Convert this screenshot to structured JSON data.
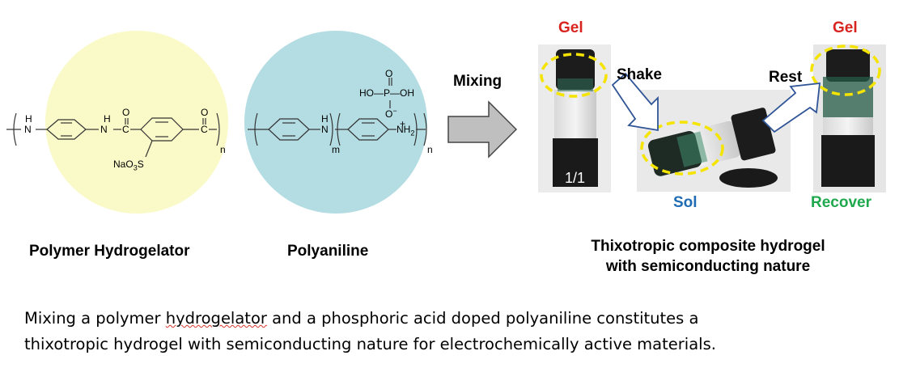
{
  "labels": {
    "polymer_hydrogelator": "Polymer Hydrogelator",
    "polyaniline": "Polyaniline",
    "mixing": "Mixing",
    "composite_line1": "Thixotropic composite hydrogel",
    "composite_line2": "with semiconducting nature",
    "gel_left": "Gel",
    "gel_right": "Gel",
    "shake": "Shake",
    "rest": "Rest",
    "sol": "Sol",
    "recover": "Recover",
    "ratio": "1/1"
  },
  "chem": {
    "h": "H",
    "n": "N",
    "o": "O",
    "c": "C",
    "nh": "N",
    "nh2": "NH",
    "sub2": "2",
    "plus": "+",
    "minus": "−",
    "ho_p_oh": "HO—P—OH",
    "o_minus": "O",
    "sulfonate": "NaO",
    "sulfonate_sub": "3",
    "sulfonate_s": "S",
    "m": "m",
    "n_sub": "n"
  },
  "caption": {
    "part1": "Mixing a polymer ",
    "underlined": "hydrogelator",
    "part2": " and a phosphoric acid doped polyaniline constitutes a",
    "line2": "thixotropic hydrogel with semiconducting nature for electrochemically active materials."
  },
  "colors": {
    "yellow_circle": "#fafac8",
    "blue_circle": "#b4dde3",
    "gel_red": "#d8231f",
    "sol_blue": "#1f6cb4",
    "recover_green": "#1fa84d",
    "dashed_yellow": "#f5e400",
    "arrow_gray": "#bfbfbf"
  }
}
